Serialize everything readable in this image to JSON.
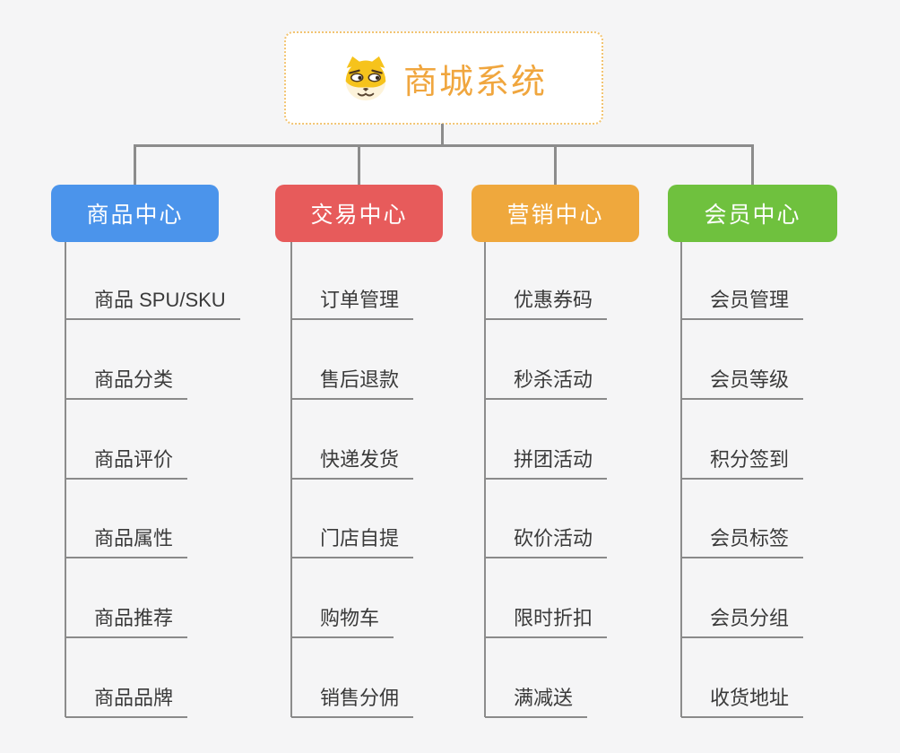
{
  "root": {
    "title": "商城系统",
    "icon": "dog-face-icon",
    "text_color": "#f0a63e",
    "border_color": "#f2c472"
  },
  "theme": {
    "background": "#f5f5f6",
    "connector_color": "#8c8c8c",
    "child_text_color": "#3a3a3a",
    "underline_color": "#8a8a8a"
  },
  "branches": [
    {
      "label": "商品中心",
      "color": "#4b94eb",
      "children": [
        "商品 SPU/SKU",
        "商品分类",
        "商品评价",
        "商品属性",
        "商品推荐",
        "商品品牌"
      ]
    },
    {
      "label": "交易中心",
      "color": "#e75b5b",
      "children": [
        "订单管理",
        "售后退款",
        "快递发货",
        "门店自提",
        "购物车",
        "销售分佣"
      ]
    },
    {
      "label": "营销中心",
      "color": "#efa83d",
      "children": [
        "优惠券码",
        "秒杀活动",
        "拼团活动",
        "砍价活动",
        "限时折扣",
        "满减送"
      ]
    },
    {
      "label": "会员中心",
      "color": "#6fc13e",
      "children": [
        "会员管理",
        "会员等级",
        "积分签到",
        "会员标签",
        "会员分组",
        "收货地址"
      ]
    }
  ]
}
